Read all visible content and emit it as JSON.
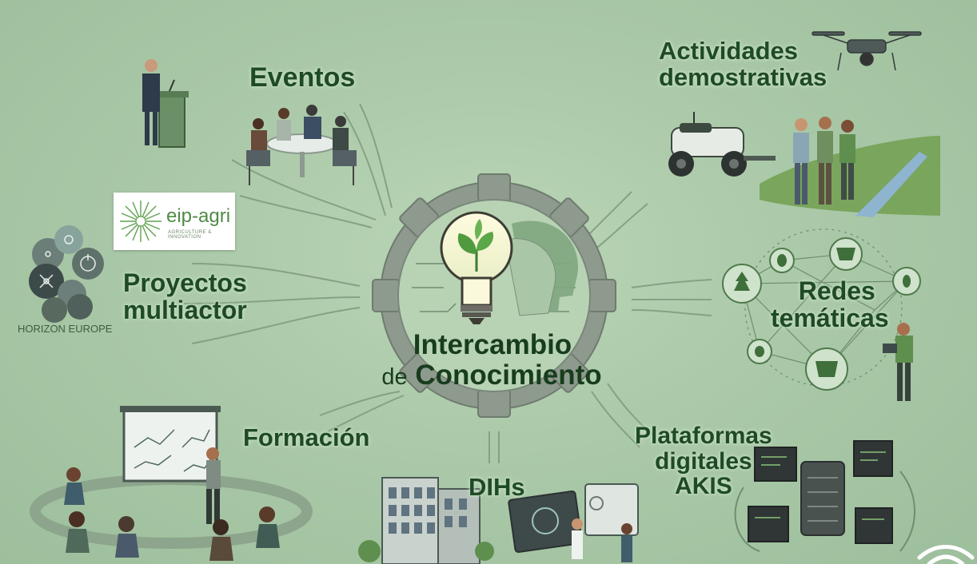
{
  "center": {
    "line1": "Intercambio",
    "line2_small": "de",
    "line2_main": "Conocimiento"
  },
  "labels": {
    "eventos": "Eventos",
    "actividades_1": "Actividades",
    "actividades_2": "demostrativas",
    "proyectos_1": "Proyectos",
    "proyectos_2": "multiactor",
    "redes_1": "Redes",
    "redes_2": "temáticas",
    "formacion": "Formación",
    "dihs": "DIHs",
    "plataformas_1": "Plataformas",
    "plataformas_2": "digitales",
    "plataformas_3": "AKIS"
  },
  "logo": {
    "brand": "eip-agri",
    "tagline": "AGRICULTURE & INNOVATION"
  },
  "horizon_label": "HORIZON EUROPE",
  "colors": {
    "background": "#a9c8a8",
    "gear": "#8e9a8d",
    "text": "#1f4a26",
    "accent_green": "#4f8a45"
  },
  "icons": [
    "lightbulb-icon",
    "gear-icon",
    "drone-icon",
    "tractor-robot-icon",
    "podium-speaker-icon",
    "network-nodes-icon",
    "server-icon",
    "wifi-icon",
    "building-icon"
  ]
}
